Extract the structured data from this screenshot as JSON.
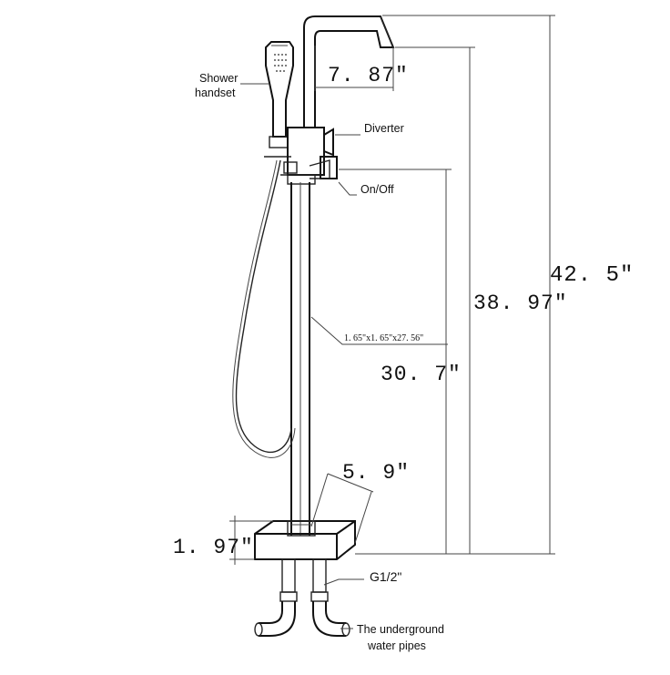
{
  "labels": {
    "shower_handset_line1": "Shower",
    "shower_handset_line2": "handset",
    "diverter": "Diverter",
    "on_off": "On/Off",
    "pipe_size": "1. 65\"x1. 65\"x27. 56\"",
    "thread": "G1/2\"",
    "underground_line1": "The underground",
    "underground_line2": "water pipes"
  },
  "dimensions": {
    "spout_reach": "7. 87\"",
    "total_height": "42. 5\"",
    "on_off_height": "38. 97\"",
    "pipe_height": "30. 7\"",
    "base_width": "5. 9\"",
    "base_height": "1. 97\""
  },
  "colors": {
    "line": "#222222",
    "background": "#ffffff"
  }
}
